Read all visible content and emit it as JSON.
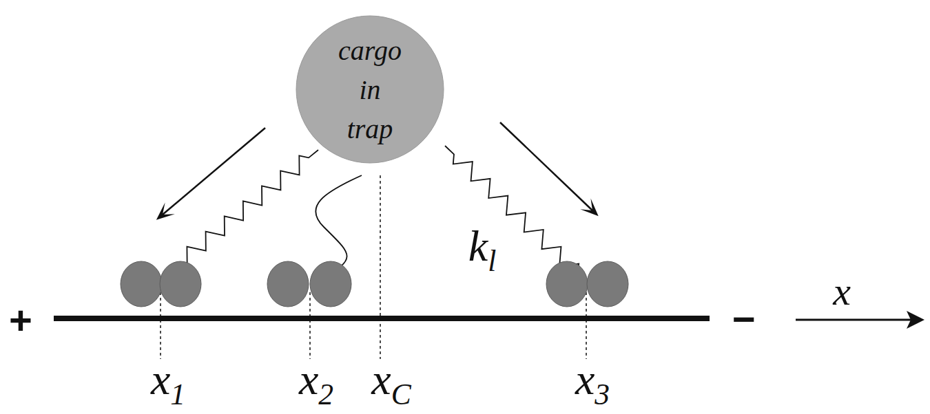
{
  "diagram": {
    "nodes": [
      {
        "text": [
          "cargo in trap"
        ]
      }
    ],
    "labels": [
      "+",
      "−",
      "x",
      "kl",
      "x1",
      "x2",
      "xC",
      "x3"
    ]
  }
}
